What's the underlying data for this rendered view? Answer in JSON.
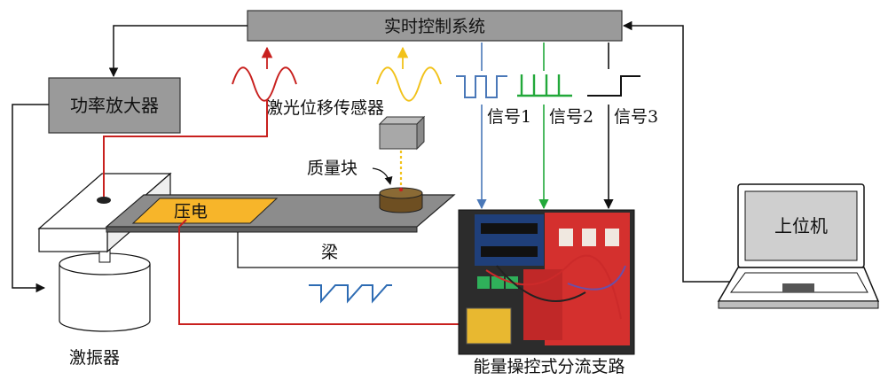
{
  "labels": {
    "controller": "实时控制系统",
    "amplifier": "功率放大器",
    "laser_sensor": "激光位移传感器",
    "signal1": "信号1",
    "signal2": "信号2",
    "signal3": "信号3",
    "mass": "质量块",
    "piezo": "压电",
    "beam": "梁",
    "shaker": "激振器",
    "circuit": "能量操控式分流支路",
    "pc": "上位机"
  },
  "colors": {
    "red": "#c8201e",
    "yellow": "#f2c21a",
    "blue": "#4a78b8",
    "green": "#22a83a",
    "black": "#111111",
    "gray_box": "#9a9a9a",
    "piezo": "#f7b52a",
    "beam": "#8c8c8c",
    "mass": "#7a5a2a",
    "board_red": "#d4302e"
  }
}
